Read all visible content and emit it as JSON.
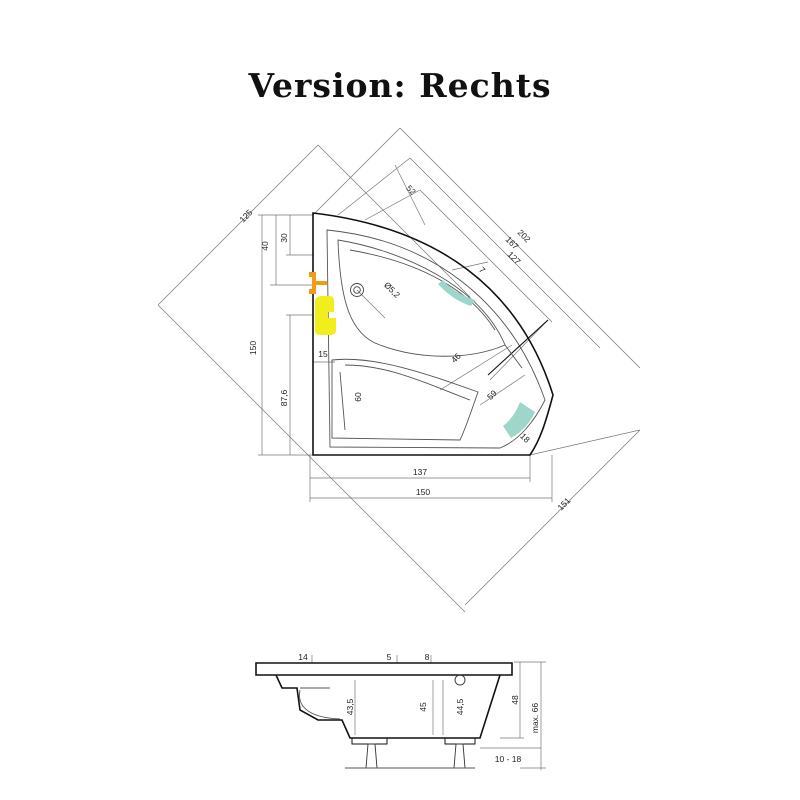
{
  "title": "Version: Rechts",
  "top_view": {
    "dimensions": {
      "d125": "125",
      "d40": "40",
      "d30": "30",
      "d150_left": "150",
      "d87_6": "87,6",
      "d15": "15",
      "d60": "60",
      "d52": "52",
      "d7": "7",
      "d5_2": "Ø5,2",
      "d46": "46",
      "d59": "59",
      "d18": "18",
      "d127": "127",
      "d167": "167",
      "d202": "202",
      "d137": "137",
      "d150_bottom": "150",
      "d151": "151"
    },
    "component_colors": {
      "faucet": "#f39c12",
      "headrest": "#f1ee1e",
      "handles": "#9fd6cb"
    }
  },
  "side_view": {
    "dimensions": {
      "d14": "14",
      "d5": "5",
      "d8": "8",
      "d43_5": "43,5",
      "d45": "45",
      "d44_5": "44,5",
      "d48": "48",
      "d_max66": "max. 66",
      "d10_18": "10 - 18"
    }
  }
}
